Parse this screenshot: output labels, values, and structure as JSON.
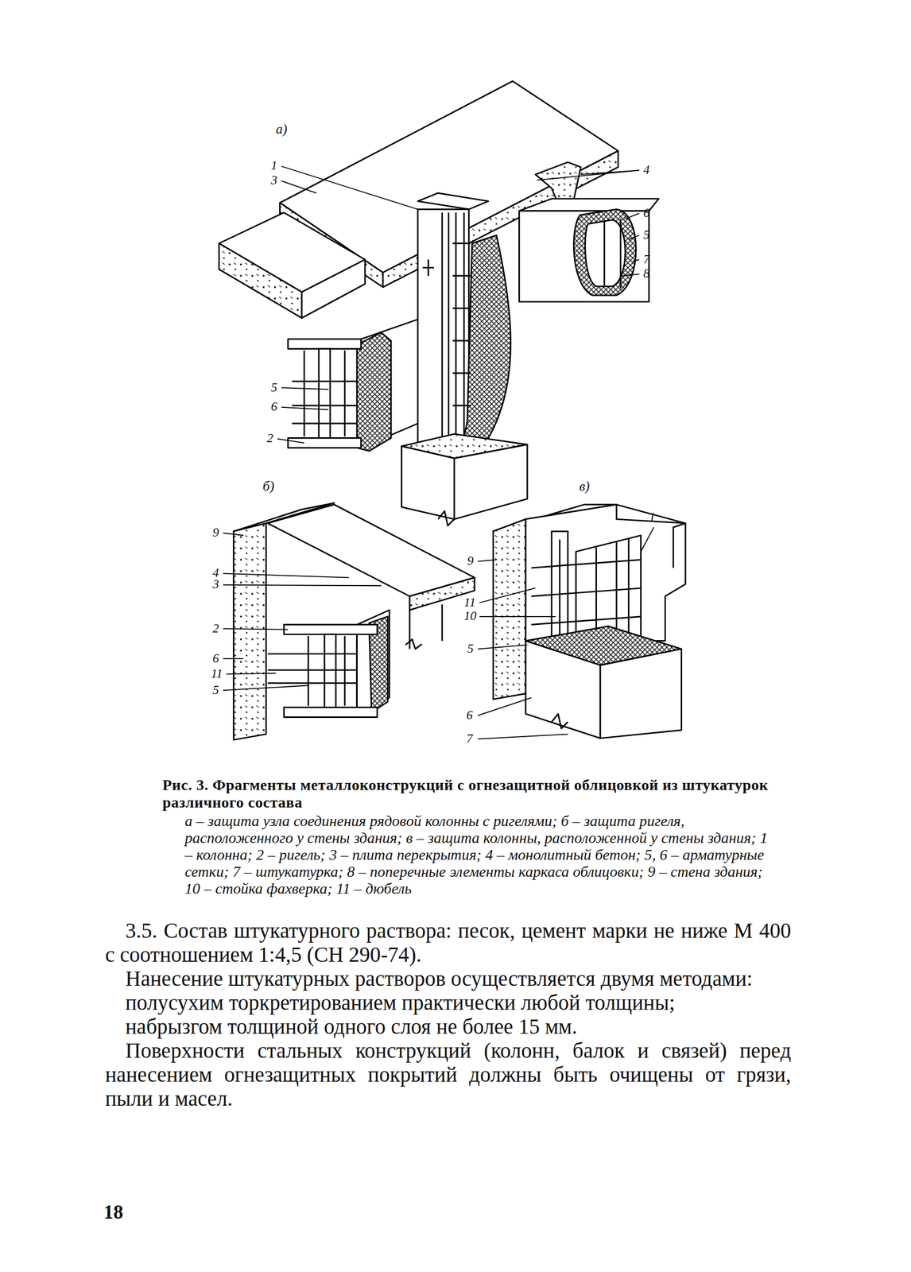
{
  "diagram": {
    "caption": "Рис. 3. Фрагменты металлоконструкций с огнезащитной облицовкой из штукатурок различного состава",
    "labels": [
      "а)",
      "1",
      "3",
      "4",
      "6",
      "5",
      "7",
      "8",
      "5",
      "6",
      "2",
      "б)",
      "9",
      "4",
      "3",
      "2",
      "6",
      "11",
      "5",
      "в)",
      "1",
      "9",
      "11",
      "10",
      "5",
      "6",
      "7",
      "а – защита узла соединения рядовой колонны с ригелями; б – защита ригеля, расположенного у стены здания; в – защита колонны, расположенной у стены здания; 1 – колонна; 2 – ригель; 3 – плита перекрытия; 4 – монолитный бетон; 5, 6 – арматурные сетки; 7 – штукатурка; 8 – поперечные элементы каркаса облицовки; 9 – стена здания; 10 – стойка фахверка; 11 – дюбель",
      "3.5. Состав штукатурного раствора: песок, цемент марки не ниже М 400 с соотношением 1:4,5 (СН 290-74).",
      "Нанесение штукатурных растворов осуществляется двумя методами:",
      "полусухим торкретированием практически любой толщины;",
      "набрызгом толщиной одного слоя не более 15 мм.",
      "Поверхности стальных конструкций (колонн, балок и связей) перед нанесением огнезащитных покрытий должны быть очищены от грязи, пыли и масел.",
      "18"
    ]
  }
}
